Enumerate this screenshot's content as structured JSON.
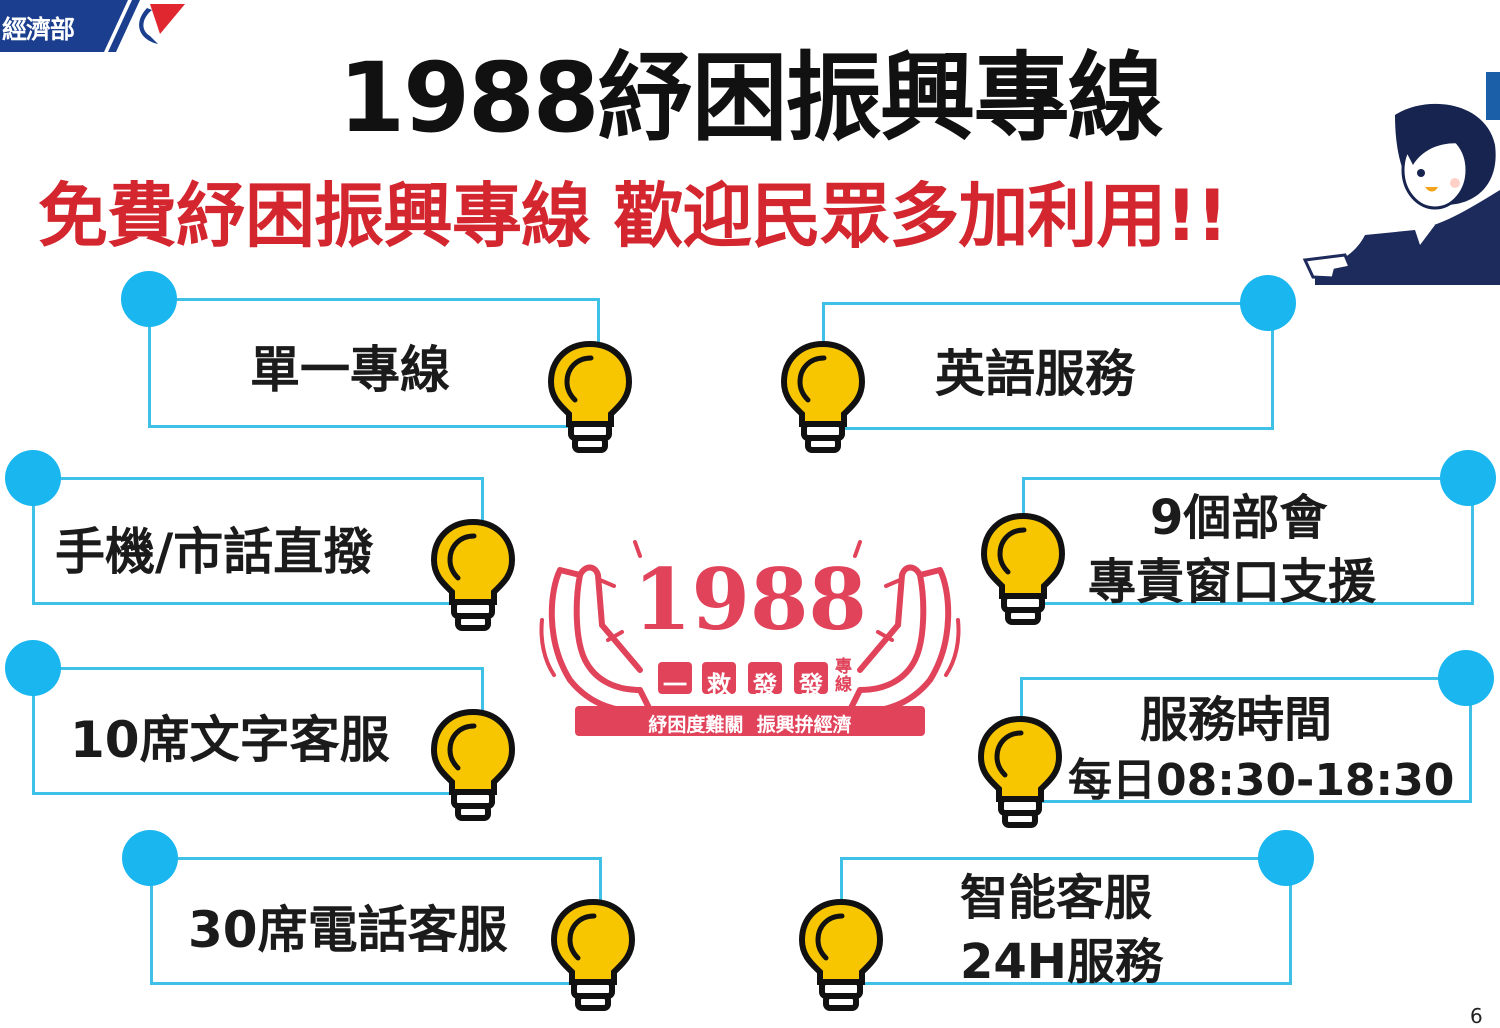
{
  "header": {
    "ministry_label": "經濟部",
    "title": "1988紓困振興專線",
    "subtitle": "免費紓困振興專線  歡迎民眾多加利用!!"
  },
  "features": [
    {
      "lines": [
        "單一專線"
      ]
    },
    {
      "lines": [
        "英語服務"
      ]
    },
    {
      "lines": [
        "手機/市話直撥"
      ]
    },
    {
      "lines": [
        "9個部會",
        "專責窗口支援"
      ]
    },
    {
      "lines": [
        "10席文字客服"
      ]
    },
    {
      "lines": [
        "服務時間",
        "每日08:30-18:30"
      ]
    },
    {
      "lines": [
        "30席電話客服"
      ]
    },
    {
      "lines": [
        "智能客服",
        "24H服務"
      ]
    }
  ],
  "center_logo": {
    "number": "1988",
    "chars": [
      "一",
      "救",
      "發",
      "發"
    ],
    "side_label": "專線",
    "banner": "紓困度難關  振興拚經濟"
  },
  "page_number": "6",
  "colors": {
    "title": "#111111",
    "subtitle_red": "#d3262f",
    "card_border": "#3fc0e6",
    "dot": "#19b6ef",
    "bulb": "#f7c600",
    "logo_red": "#e0435a",
    "ministry_blue": "#1b3f8e"
  },
  "icons": [
    "lightbulb-icon",
    "ministry-logo-icon",
    "presenter-character",
    "hands-logo"
  ]
}
